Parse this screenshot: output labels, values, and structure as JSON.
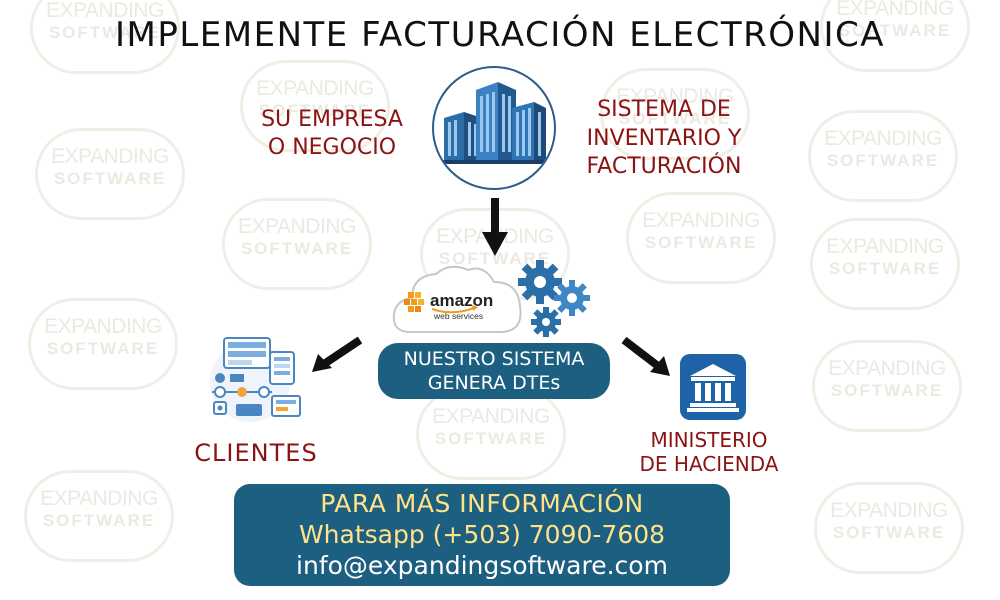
{
  "title": "IMPLEMENTE FACTURACIÓN ELECTRÓNICA",
  "company": {
    "line1": "SU EMPRESA",
    "line2": "O NEGOCIO"
  },
  "system": {
    "line1": "SISTEMA DE",
    "line2": "INVENTARIO Y",
    "line3": "FACTURACIÓN"
  },
  "cloud": {
    "brand": "amazon",
    "sub": "web services"
  },
  "core": {
    "line1": "NUESTRO SISTEMA",
    "line2": "GENERA DTEs"
  },
  "clients": {
    "label": "CLIENTES"
  },
  "ministry": {
    "line1": "MINISTERIO",
    "line2": "DE HACIENDA"
  },
  "info": {
    "heading": "PARA MÁS INFORMACIÓN",
    "whatsapp": "Whatsapp (+503) 7090-7608",
    "email": "info@expandingsoftware.com"
  },
  "watermark": {
    "line1": "EXPANDING",
    "line2": "SOFTWARE"
  },
  "colors": {
    "accent_box": "#1d5f80",
    "label_text": "#8b1313",
    "info_heading": "#ffe28a",
    "bank": "#1e63a8"
  }
}
